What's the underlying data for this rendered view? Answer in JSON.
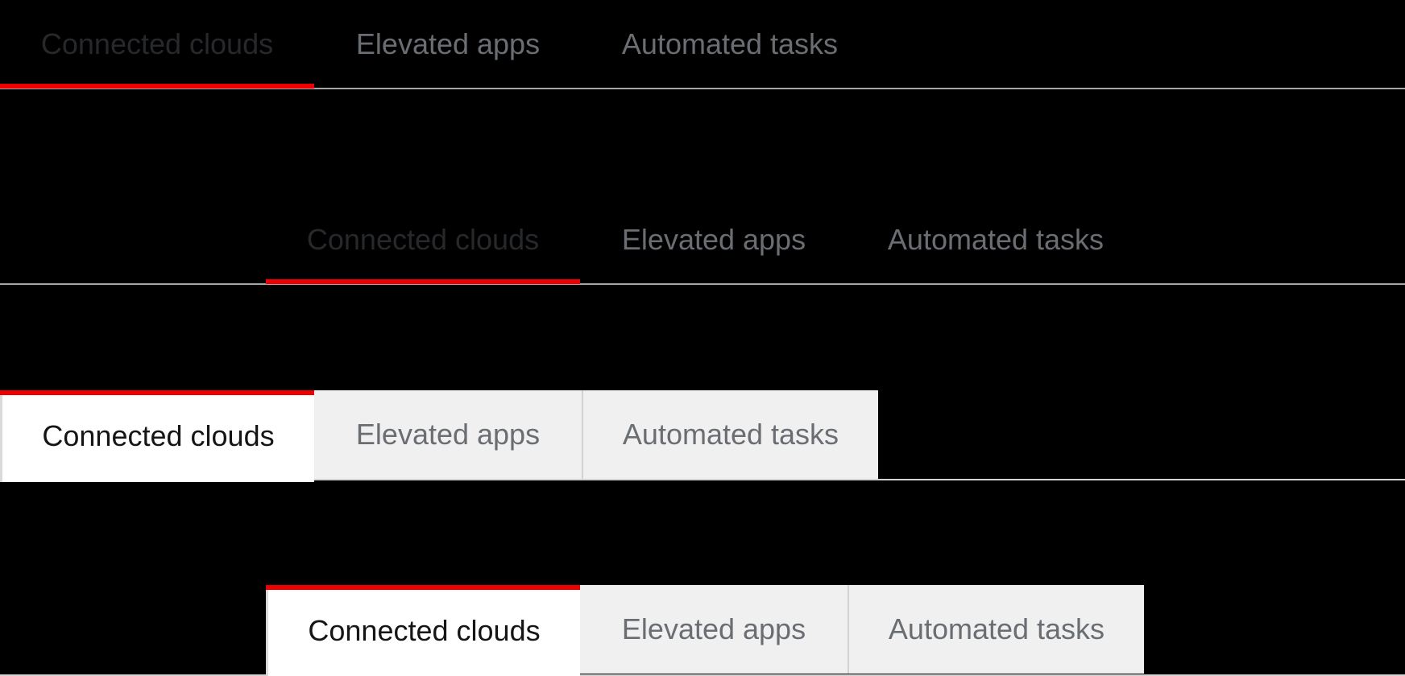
{
  "component": "Tabs",
  "colors": {
    "background": "#000000",
    "active_indicator_red": "#ee0000",
    "underline_rule_gray": "#a4a7aa",
    "box_rule_gray": "#d2d2d2",
    "inactive_label": "#6a6e73",
    "active_label_underline": "#26282b",
    "active_label_box": "#151515",
    "inactive_box_tab_bg": "#f0f0f0",
    "active_box_tab_bg": "#ffffff"
  },
  "groups": [
    {
      "name": "underline-tabs-default",
      "variant": "underline",
      "active_tab": "Connected clouds",
      "tabs": [
        {
          "label": "Connected clouds",
          "active": true
        },
        {
          "label": "Elevated apps",
          "active": false
        },
        {
          "label": "Automated tasks",
          "active": false
        }
      ]
    },
    {
      "name": "underline-tabs-indented",
      "variant": "underline",
      "active_tab": "Connected clouds",
      "tabs": [
        {
          "label": "Connected clouds",
          "active": true
        },
        {
          "label": "Elevated apps",
          "active": false
        },
        {
          "label": "Automated tasks",
          "active": false
        }
      ]
    },
    {
      "name": "box-tabs-default",
      "variant": "box",
      "active_tab": "Connected clouds",
      "tabs": [
        {
          "label": "Connected clouds",
          "active": true
        },
        {
          "label": "Elevated apps",
          "active": false
        },
        {
          "label": "Automated tasks",
          "active": false
        }
      ]
    },
    {
      "name": "box-tabs-indented",
      "variant": "box",
      "active_tab": "Connected clouds",
      "tabs": [
        {
          "label": "Connected clouds",
          "active": true
        },
        {
          "label": "Elevated apps",
          "active": false
        },
        {
          "label": "Automated tasks",
          "active": false
        }
      ]
    }
  ]
}
